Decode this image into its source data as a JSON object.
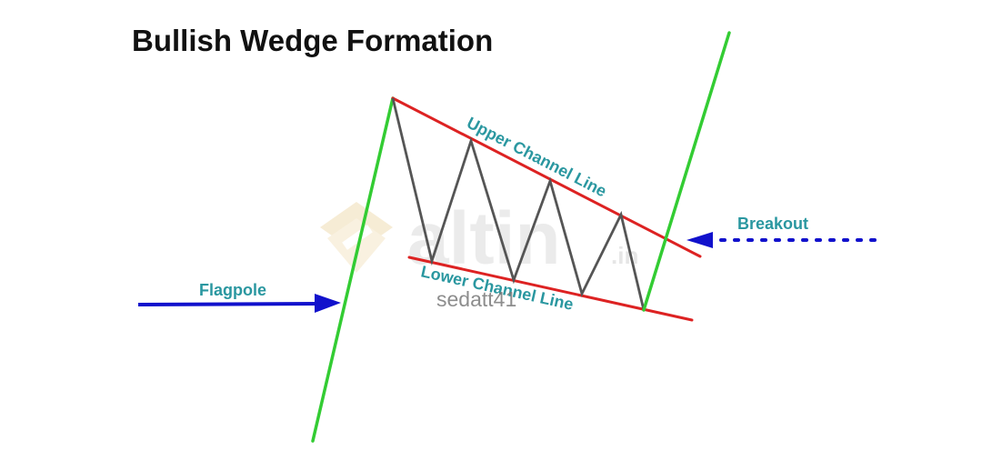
{
  "title": "Bullish Wedge Formation",
  "labels": {
    "upper_channel": "Upper Channel Line",
    "lower_channel": "Lower Channel Line",
    "breakout": "Breakout",
    "flagpole": "Flagpole"
  },
  "watermark": {
    "brand": "altin",
    "suffix": ".in",
    "username": "sedatt41"
  },
  "colors": {
    "flagpole_line": "#33cc33",
    "channel_lines": "#dd2222",
    "price_zigzag": "#555555",
    "arrows": "#1111cc",
    "label_text": "#2a97a0",
    "title_text": "#111111",
    "watermark_logo": "#e8c98a"
  }
}
